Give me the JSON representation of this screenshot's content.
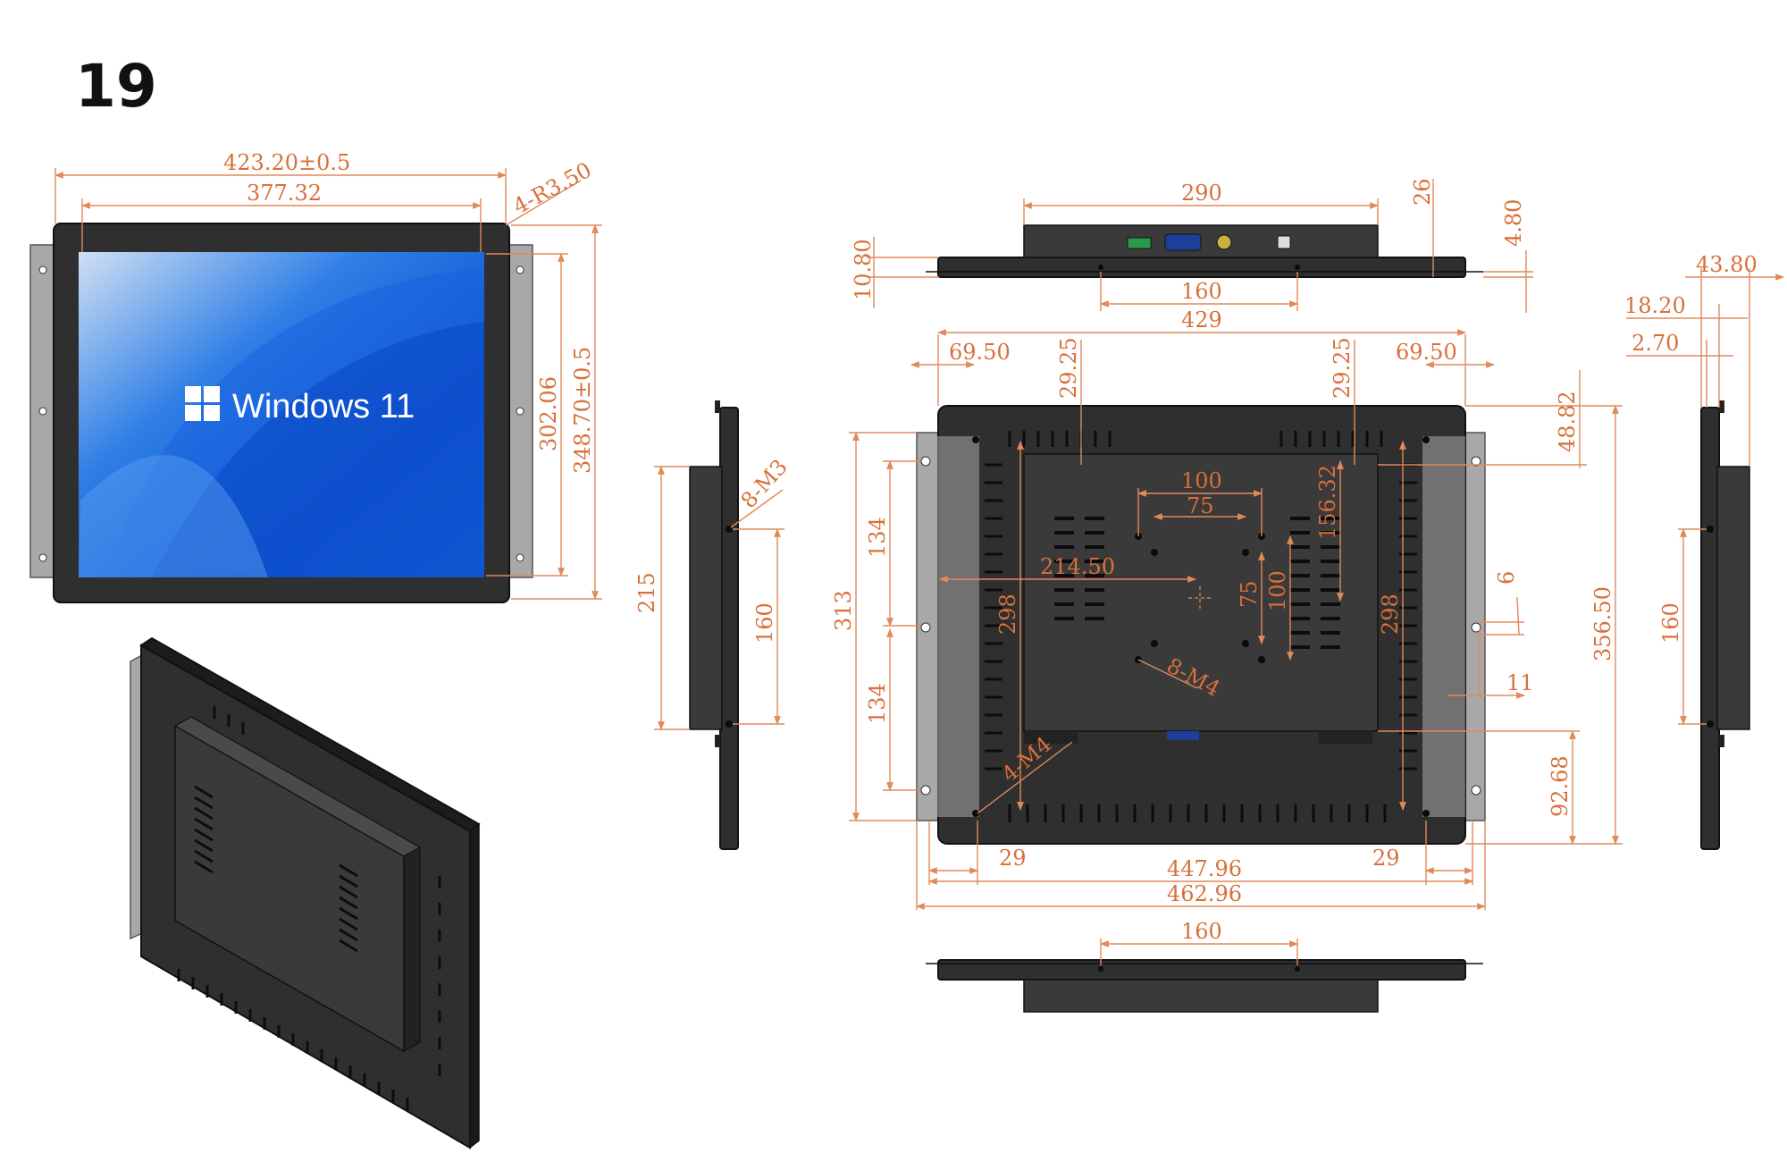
{
  "title": "19",
  "screen": {
    "logo_text": "Windows 11"
  },
  "front_view": {
    "overall_width": "423.20±0.5",
    "screen_width": "377.32",
    "corner_radius": "4-R3.50",
    "screen_height": "302.06",
    "overall_height": "348.70±0.5"
  },
  "side_view_left": {
    "height_215": "215",
    "mount_spacing": "160",
    "screw_label": "8-M3"
  },
  "top_view": {
    "dim_290": "290",
    "dim_26": "26",
    "dim_4_80": "4.80",
    "dim_10_80": "10.80",
    "dim_160": "160",
    "dim_429": "429"
  },
  "rear_view": {
    "dim_69_50_left": "69.50",
    "dim_29_25_left": "29.25",
    "dim_29_25_right": "29.25",
    "dim_69_50_right": "69.50",
    "dim_100": "100",
    "dim_75_h": "75",
    "dim_156_32": "156.32",
    "dim_214_50": "214.50",
    "dim_75_v": "75",
    "dim_100_v": "100",
    "dim_134_top": "134",
    "dim_134_bottom": "134",
    "dim_313": "313",
    "dim_298_left": "298",
    "dim_298_right": "298",
    "screw_label_m4": "8-M4",
    "screw_label_4m4": "4-M4",
    "dim_48_82": "48.82",
    "dim_6": "6",
    "dim_11": "11",
    "dim_356_50": "356.50",
    "dim_92_68": "92.68",
    "dim_29_left": "29",
    "dim_29_right": "29",
    "dim_447_96": "447.96",
    "dim_462_96": "462.96"
  },
  "bottom_view": {
    "dim_160": "160"
  },
  "side_view_right": {
    "dim_43_80": "43.80",
    "dim_18_20": "18.20",
    "dim_2_70": "2.70",
    "dim_160": "160"
  }
}
